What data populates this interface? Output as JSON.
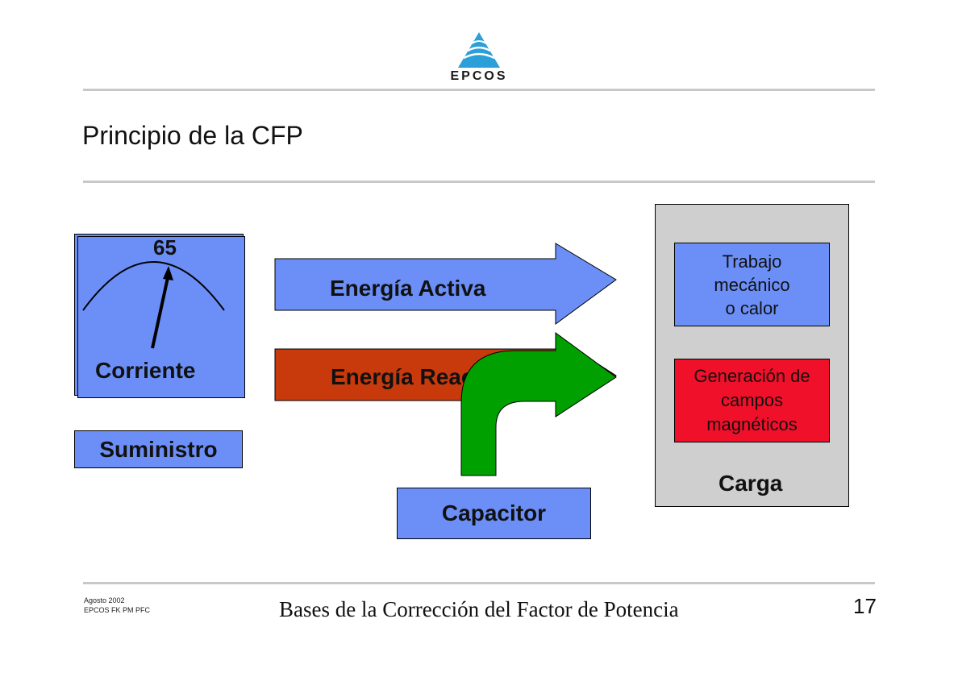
{
  "header": {
    "logo_text": "EPCOS",
    "title": "Principio de la CFP"
  },
  "meter": {
    "reading": "65",
    "label": "Corriente"
  },
  "supply": {
    "label": "Suministro"
  },
  "arrows": {
    "active": "Energía Activa",
    "reactive": "Energía Reactiva"
  },
  "capacitor": {
    "label": "Capacitor"
  },
  "load": {
    "label": "Carga",
    "work": [
      "Trabajo",
      "mecánico",
      "o calor"
    ],
    "fields": [
      "Generación de",
      "campos",
      "magnéticos"
    ]
  },
  "footer": {
    "date": "Agosto 2002",
    "code": "EPCOS FK PM PFC",
    "title": "Bases de la Corrección del Factor de Potencia",
    "page": "17"
  },
  "colors": {
    "blue_box": "#6b8ff7",
    "reactive_arrow": "#c83a0c",
    "green_arrow": "#00a000",
    "red_box": "#f0102a",
    "load_bg": "#cfcfcf",
    "logo": "#1a8fd0"
  }
}
